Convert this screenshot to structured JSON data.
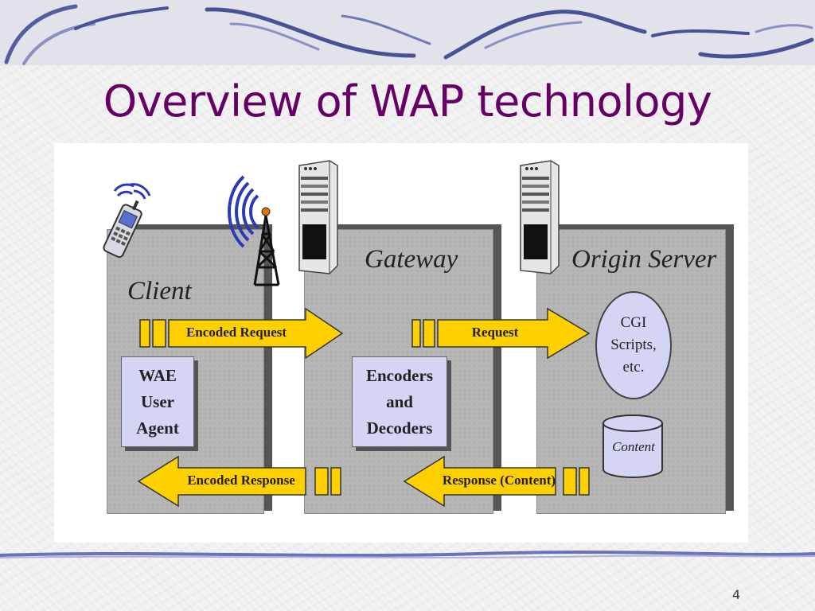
{
  "slide": {
    "title": "Overview of WAP technology",
    "page_number": "4"
  },
  "diagram": {
    "client": {
      "title": "Client",
      "inner": "WAE\nUser\nAgent"
    },
    "gateway": {
      "title": "Gateway",
      "inner": "Encoders\nand\nDecoders"
    },
    "origin_server": {
      "title": "Origin Server",
      "cgi": "CGI\nScripts,\netc.",
      "content": "Content"
    },
    "arrows": {
      "encoded_request": "Encoded Request",
      "request": "Request",
      "encoded_response": "Encoded Response",
      "response": "Response (Content)"
    }
  },
  "colors": {
    "title": "#660066",
    "arrow_fill": "#ffd000",
    "box_face": "#b6b6b6",
    "inner_fill": "#d4d4f4",
    "wave_blue": "#3a46c8"
  },
  "icons": [
    "wave-swirl-decoration",
    "cell-phone-icon",
    "radio-tower-icon",
    "server-tower-icon",
    "database-cylinder-icon"
  ]
}
